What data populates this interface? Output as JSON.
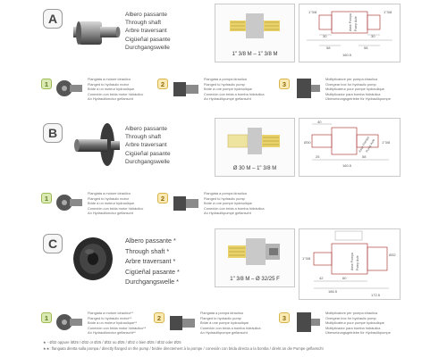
{
  "sections": [
    {
      "letter": "A",
      "names": [
        "Albero passante",
        "Through shaft",
        "Arbre traversant",
        "Cigüeñal pasante",
        "Durchgangswelle"
      ],
      "shaft_label": "1\" 3/8 M – 1\" 3/8 M",
      "drawing": {
        "dims": [
          "30",
          "30",
          "58",
          "58",
          "160.5",
          "1\"3/8",
          "1\"3/8"
        ],
        "labels": [
          "Asse Pompa",
          "Pump Axle"
        ]
      },
      "options": [
        {
          "num": "1",
          "lines": [
            "Flangiata a motore idraulico",
            "Flanged to hydraulic motor",
            "Bride à un moteur hydraulique",
            "Conexión con brida motor hidráulico",
            "An Hydraulikmotor geflanscht"
          ]
        },
        {
          "num": "2",
          "lines": [
            "Flangiata a pompa idraulica",
            "Flanged to hydraulic pump",
            "Bride à une pompe hydraulique",
            "Conexión con brida a bomba hidráulica",
            "An Hydraulikpumpe geflanscht"
          ]
        },
        {
          "num": "3",
          "lines": [
            "Moltiplicatore per pompa idraulica",
            "Overgear box for hydraulic pump",
            "Multiplicateur pour pompe hydraulique",
            "Multiplicador para bomba hidráulica",
            "Übersetzungsgetriebe für Hydraulikpumpe"
          ]
        }
      ]
    },
    {
      "letter": "B",
      "names": [
        "Albero passante",
        "Through shaft",
        "Arbre traversant",
        "Cigüeñal pasante",
        "Durchgangswelle"
      ],
      "shaft_label": "Ø 30 M – 1\" 3/8 M",
      "drawing": {
        "dims": [
          "40",
          "25",
          "58",
          "160.5",
          "Ø30",
          "1\"3/8"
        ],
        "labels": [
          "Asse Pompa",
          "Pump Axle"
        ]
      },
      "options": [
        {
          "num": "1",
          "lines": [
            "Flangiata a motore idraulico",
            "Flanged to hydraulic motor",
            "Bride à un moteur hydraulique",
            "Conexión con brida motor hidráulico",
            "An Hydraulikmotor geflanscht"
          ]
        },
        {
          "num": "2",
          "lines": [
            "Flangiata a pompa idraulica",
            "Flanged to hydraulic pump",
            "Bride à une pompe hydraulique",
            "Conexión con brida a bomba hidráulica",
            "An Hydraulikpumpe geflanscht"
          ]
        }
      ]
    },
    {
      "letter": "C",
      "names": [
        "Albero passante *",
        "Through shaft *",
        "Arbre traversant *",
        "Cigüeñal pasante *",
        "Durchgangswelle *"
      ],
      "shaft_label": "1\" 3/8 M – Ø 32/25 F",
      "drawing": {
        "dims": [
          "42",
          "60",
          "186.5",
          "172.5",
          "Ø32",
          "1\"3/8"
        ],
        "labels": [
          "Asse Pompa",
          "Pump Axle"
        ]
      },
      "options": [
        {
          "num": "1",
          "lines": [
            "Flangiata a motore idraulico**",
            "Flanged to hydraulic motor**",
            "Bride à un moteur hydraulique**",
            "Conexión con brida motor hidráulico**",
            "An Hydraulikmotor geflanscht**"
          ]
        },
        {
          "num": "2",
          "lines": [
            "Flangiata a pompa idraulica",
            "Flanged to hydraulic pump",
            "Bride à une pompe hydraulique",
            "Conexión con brida a bomba hidráulica",
            "An Hydraulikpumpe geflanscht"
          ]
        },
        {
          "num": "3",
          "lines": [
            "Moltiplicatore per pompa idraulica",
            "Overgear box for hydraulic pump",
            "Multiplicateur pour pompe hydraulique",
            "Multiplicador para bomba hidráulica",
            "Übersetzungsgetriebe für Hydraulikpumpe"
          ]
        }
      ]
    }
  ],
  "footer": [
    "★ - Ø32 oppure /Ø25 / Ø32 or Ø25 / Ø32 ou Ø25 / Ø32 o bien Ø25 / Ø32 oder Ø25",
    "★★: flangiata diretta sulla pompa / directly flanged on the pump / bridée directement à la pompe / conexión con brida directa a la bomba / direkt an die Pumpe geflanscht"
  ]
}
